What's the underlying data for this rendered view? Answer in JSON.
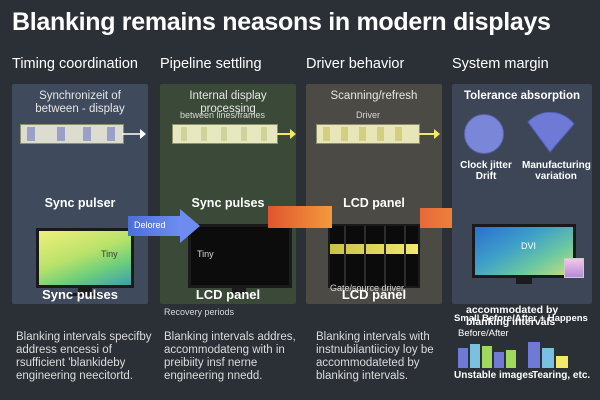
{
  "title": "Blanking remains  neasons in modern displays",
  "columns": [
    {
      "heading": "Timing coordination",
      "caption": "Synchronizeit of\nbetween - display",
      "sync_label": "Sync pulser",
      "bottom_label": "Sync pulses",
      "description": "Blanking intervals specifby\naddress encessi of\nrsufficient 'blankideby\nengineering neecitortd.",
      "monitor_text": "Tiny"
    },
    {
      "heading": "Pipeline settling",
      "caption": "Internal display processing",
      "strip_label": "between lines/frames",
      "sync_label": "Sync pulses",
      "bottom_label": "LCD panel",
      "description": "Blanking intervals addres,\naccommodateng with in\npreibiity insf nerne\nengineering nnedd.",
      "arrow_label": "Delored",
      "monitor_text": "Tiny",
      "recovery_label": "Recovery periods"
    },
    {
      "heading": "Driver behavior",
      "caption": "Scanning/refresh",
      "strip_label": "Driver",
      "mid_label": "LCD panel",
      "bottom_label": "LCD panel",
      "description": "Blanking intervals with\ninstnubilantiicioy loy be\naccommodateted by\nblanking intervals.",
      "driver_label": "Gate/source driver"
    },
    {
      "heading": "System margin",
      "caption": "Tolerance absorption",
      "jitter_label": "Clock jitter\nDrift",
      "variation_label": "Manufacturing\nvariation",
      "monitor_text": "DVI",
      "accom_label": "accommodated by\nblanking intervals",
      "ba_title": "Small Before/After + Happens",
      "ba_sub": "Before/After",
      "unstable_label": "Unstable images",
      "tearing_label": "Tearing, etc."
    }
  ],
  "colors": {
    "background": "#2b2f36",
    "panel1": "#3f4a5c",
    "panel2": "#3b4a38",
    "panel3": "#4c4a44",
    "panel4": "#3c4656",
    "accent_blue": "#5f7fe0",
    "accent_orange": "#f08a3a",
    "accent_yellow": "#f2e86a",
    "accent_green": "#9fd85c"
  },
  "icons": [
    "arrow-right-icon",
    "monitor-icon",
    "pie-chart-icon",
    "bar-chart-icon"
  ]
}
